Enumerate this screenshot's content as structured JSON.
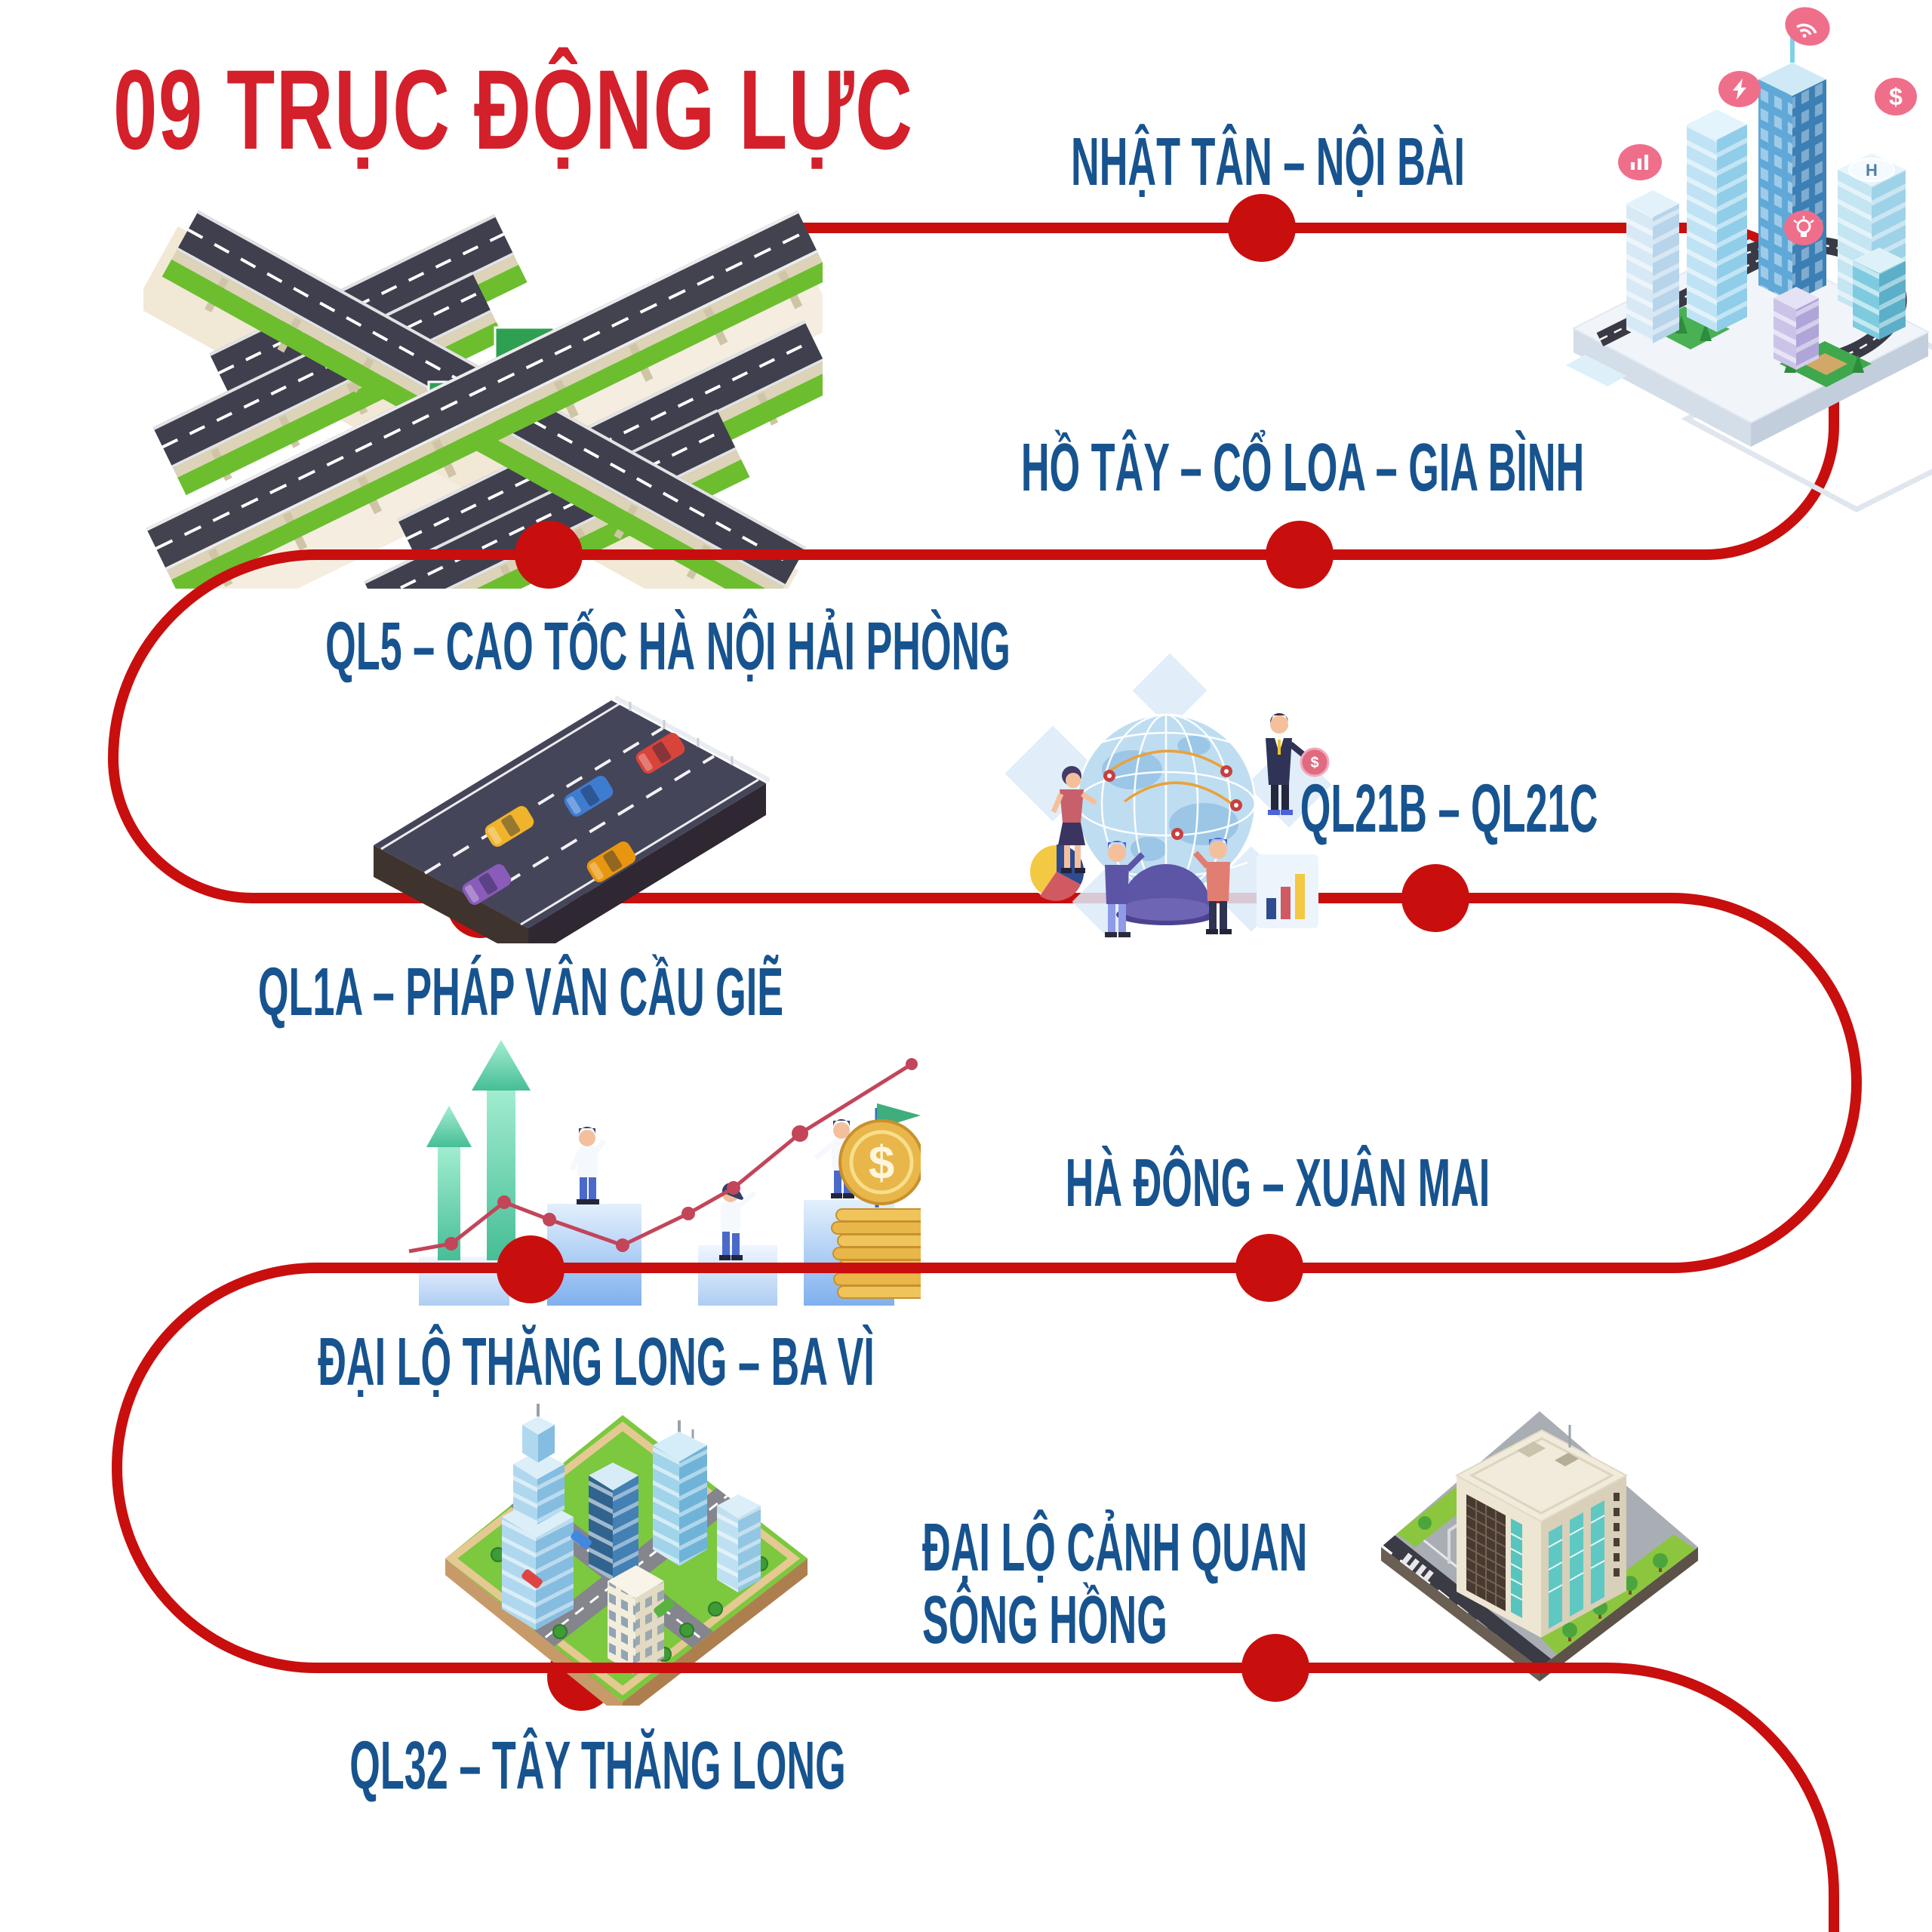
{
  "title": "09 TRỤC ĐỘNG LỰC",
  "colors": {
    "path_red": "#C90E0E",
    "title_red": "#D3202B",
    "label_blue": "#17538F"
  },
  "routes": [
    {
      "id": 1,
      "label": "NHẬT TÂN – NỘI BÀI"
    },
    {
      "id": 2,
      "label": "HỒ TÂY – CỔ LOA – GIA BÌNH"
    },
    {
      "id": 3,
      "label": "QL5 – CAO TỐC HÀ NỘI HẢI PHÒNG"
    },
    {
      "id": 4,
      "label": "QL21B – QL21C"
    },
    {
      "id": 5,
      "label": "QL1A – PHÁP VÂN CẦU GIẼ"
    },
    {
      "id": 6,
      "label": "HÀ ĐÔNG – XUÂN MAI"
    },
    {
      "id": 7,
      "label": "ĐẠI LỘ THĂNG LONG – BA VÌ"
    },
    {
      "id": 8,
      "label": "ĐẠI LỘ CẢNH QUAN",
      "label2": "SÔNG HỒNG"
    },
    {
      "id": 9,
      "label": "QL32 – TÂY THĂNG LONG"
    }
  ],
  "node_count": 9,
  "icons": {
    "dollar": "$",
    "helipad": "H"
  },
  "illustrations": {
    "interchange": "isometric elevated highway interchange",
    "smart_city": "smart city skyscrapers on tablet with pink tech badges",
    "road_cars": "isometric road segment with colored cars",
    "globe_team": "four people around a connected globe with charts",
    "growth_chart": "growth arrows, bar podium, climbing people, gold coins",
    "city_block": "isometric city block with glass towers",
    "office_tower": "isometric beige office tower on street block"
  }
}
